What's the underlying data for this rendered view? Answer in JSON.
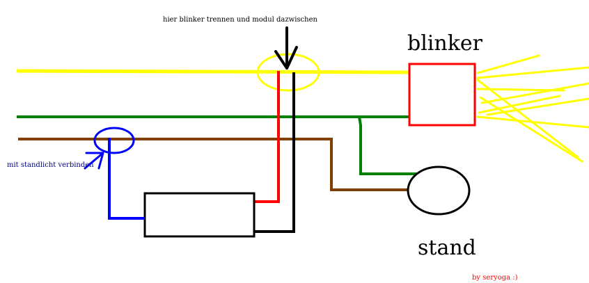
{
  "labels": {
    "annotation_top": "hier blinker trennen und modul dazwischen",
    "annotation_left": "mit standlicht verbinden",
    "blinker": "blinker",
    "stand": "stand",
    "credit": "by seryoga :)"
  },
  "colors": {
    "yellow_wire": "#ffff00",
    "green_wire": "#007f00",
    "brown_wire": "#7f3f00",
    "red_wire": "#ff0000",
    "black_wire": "#000000",
    "blue_wire": "#0000ff",
    "annotation_top_text": "#000000",
    "annotation_left_text": "#00007f",
    "credit_text": "#ff0000"
  }
}
